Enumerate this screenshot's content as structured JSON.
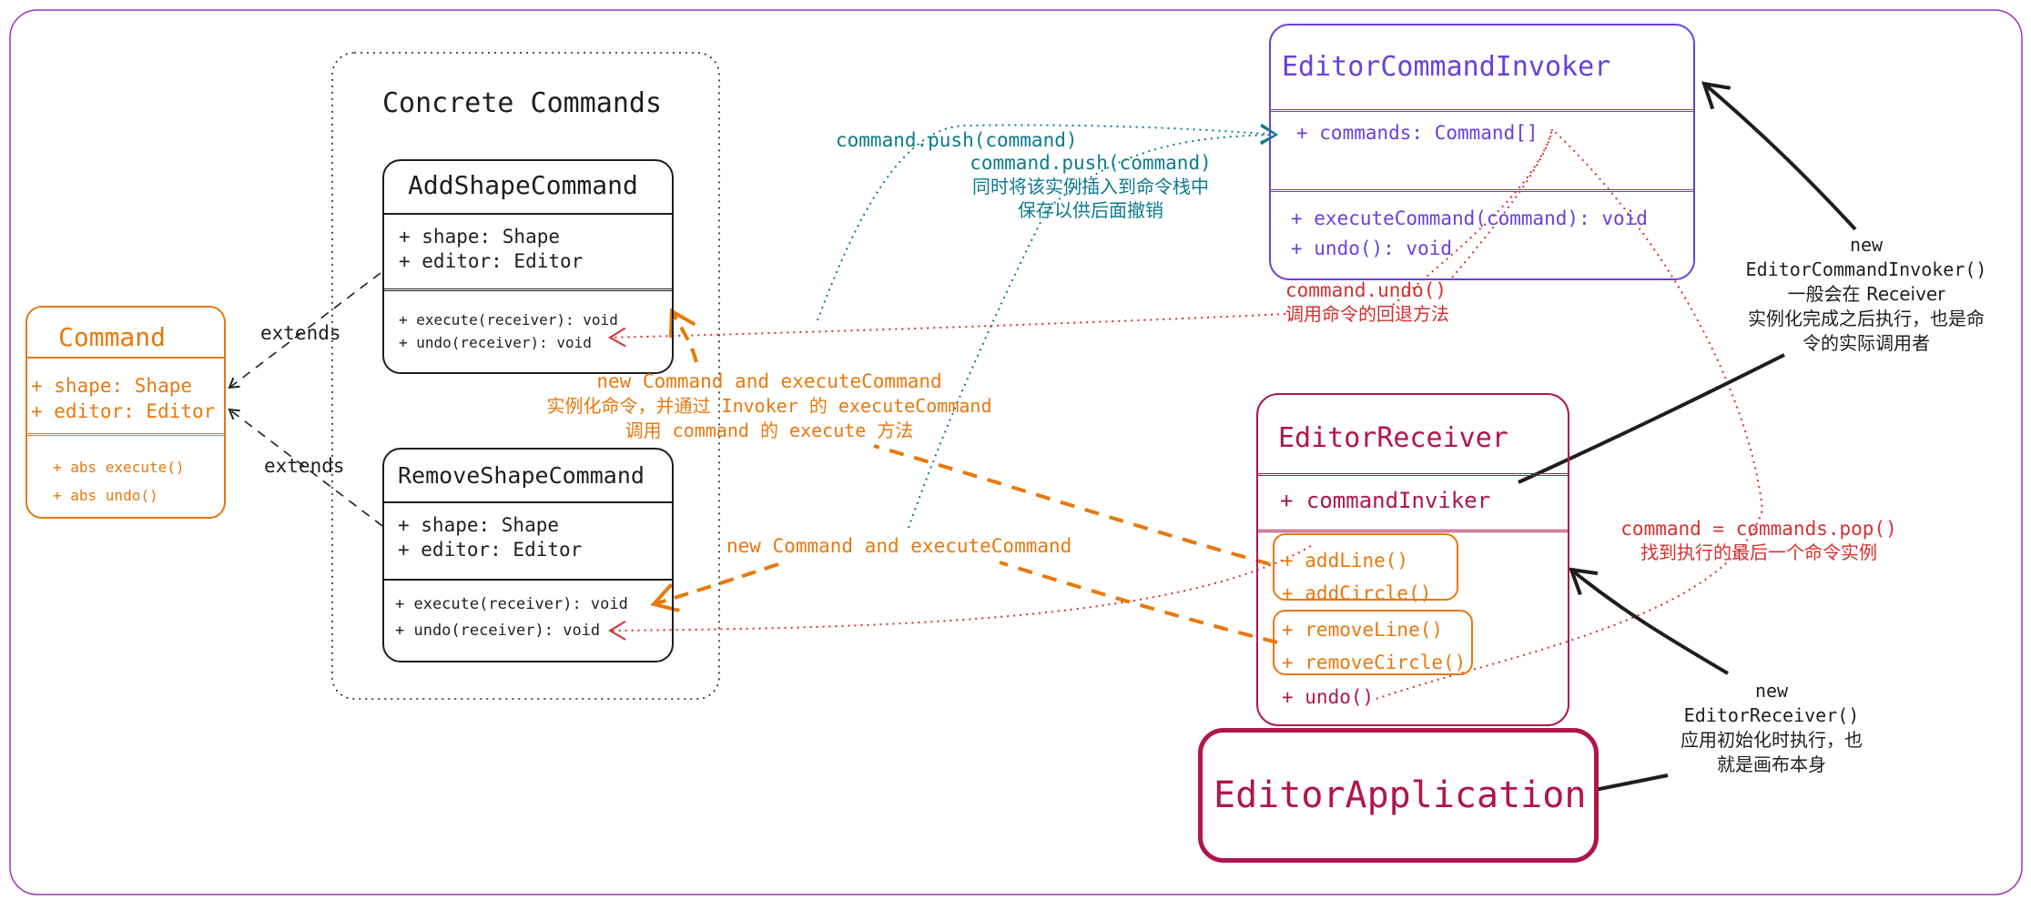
{
  "colors": {
    "frame": "#9c36b5",
    "orange": "#e8780c",
    "black": "#1e1e1e",
    "purple": "#6741d9",
    "crimson": "#b0154e",
    "teal": "#0c7a8c",
    "red": "#d62f2f"
  },
  "group": {
    "title": "Concrete Commands"
  },
  "command_class": {
    "title": "Command",
    "fields": [
      "+ shape: Shape",
      "+ editor: Editor"
    ],
    "methods": [
      "+ abs execute()",
      "+ abs undo()"
    ]
  },
  "add_shape_command": {
    "title": "AddShapeCommand",
    "fields": [
      "+ shape: Shape",
      "+ editor: Editor"
    ],
    "methods": [
      "+ execute(receiver): void",
      "+ undo(receiver): void"
    ]
  },
  "remove_shape_command": {
    "title": "RemoveShapeCommand",
    "fields": [
      "+ shape: Shape",
      "+ editor: Editor"
    ],
    "methods": [
      "+ execute(receiver): void",
      "+ undo(receiver): void"
    ]
  },
  "invoker": {
    "title": "EditorCommandInvoker",
    "fields": [
      "+ commands: Command[]"
    ],
    "methods": [
      "+ executeCommand(command): void",
      "+ undo(): void"
    ]
  },
  "receiver": {
    "title": "EditorReceiver",
    "field": "+ commandInviker",
    "add_methods": [
      "+ addLine()",
      "+ addCircle()"
    ],
    "remove_methods": [
      "+ removeLine()",
      "+ removeCircle()"
    ],
    "undo": "+ undo()"
  },
  "application": {
    "title": "EditorApplication"
  },
  "labels": {
    "extends_top": "extends",
    "extends_bottom": "extends",
    "push_1": "command.push(command)",
    "push_2": "command.push(command)",
    "push_note_1": "同时将该实例插入到命令栈中",
    "push_note_2": "保存以供后面撤销",
    "undo_call": "command.undo()",
    "undo_note": "调用命令的回退方法",
    "new_exec_1": "new Command and executeCommand",
    "new_exec_note_1": "实例化命令，并通过 Invoker 的 executeCommand",
    "new_exec_note_2": "调用 command 的 execute 方法",
    "new_exec_2": "new Command and executeCommand",
    "pop": "command = commands.pop()",
    "pop_note": "找到执行的最后一个命令实例",
    "invoker_note": [
      "new",
      "EditorCommandInvoker()",
      "一般会在 Receiver",
      "实例化完成之后执行，也是命",
      "令的实际调用者"
    ],
    "receiver_note": [
      "new",
      "EditorReceiver()",
      "应用初始化时执行，也",
      "就是画布本身"
    ]
  }
}
